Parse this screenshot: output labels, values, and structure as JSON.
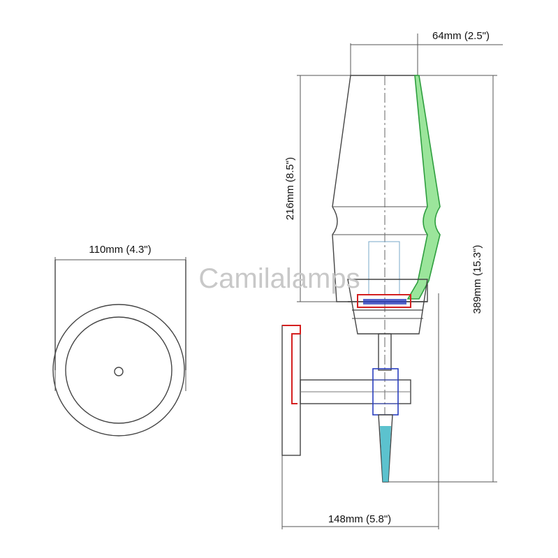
{
  "brand": {
    "watermark": "Camilalamps"
  },
  "dimensions": {
    "top_width": "64mm (2.5\")",
    "shade_height": "216mm (8.5\")",
    "total_height": "389mm (15.3\")",
    "front_diameter": "110mm (4.3\")",
    "projection": "148mm (5.8\")"
  },
  "colors": {
    "outline": "#444444",
    "glass_section": "#2e9e3e",
    "glass_fill": "#9be59b",
    "mount_section": "#d42020",
    "socket_blue": "#2a3fbf",
    "tip_cyan": "#3fb7c6"
  }
}
